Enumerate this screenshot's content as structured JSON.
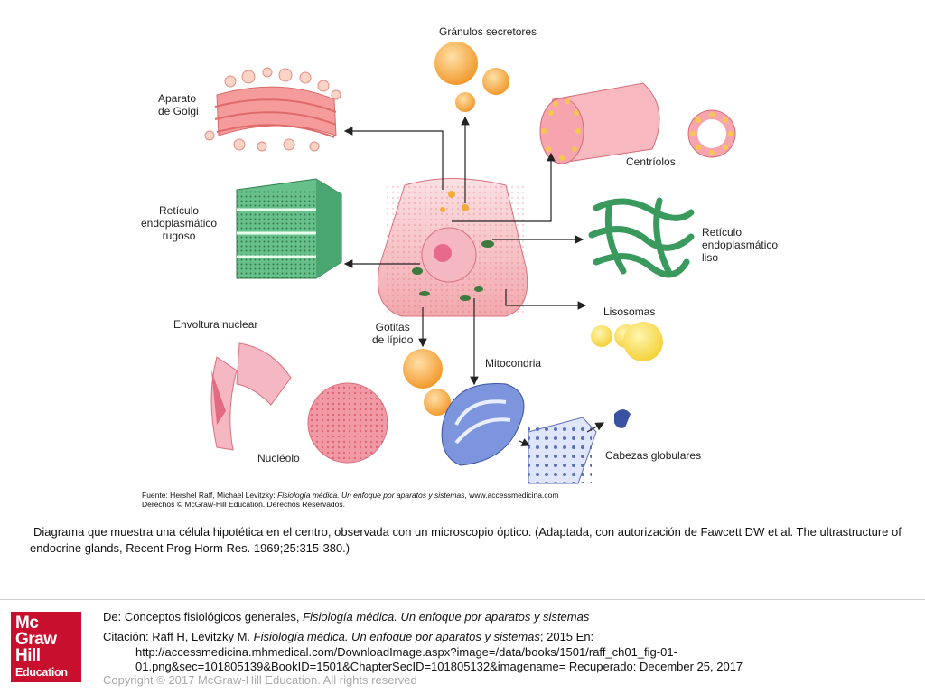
{
  "labels": {
    "granulos": "Gránulos secretores",
    "golgi": "Aparato\nde Golgi",
    "centriolos": "Centríolos",
    "rer": "Retículo\nendoplasmático\nrugoso",
    "ser": "Retículo\nendoplasmático\nliso",
    "envoltura": "Envoltura nuclear",
    "lisosomas": "Lisosomas",
    "gotitas": "Gotitas\nde lípido",
    "mitocondria": "Mitocondria",
    "nucleolo": "Nucléolo",
    "cabezas": "Cabezas globulares"
  },
  "source": {
    "line1_prefix": "Fuente: Hershel Raff, Michael Levitzky: ",
    "line1_book": "Fisiología médica. Un enfoque por aparatos y sistemas",
    "line1_suffix": ", www.accessmedicina.com",
    "line2": "Derechos © McGraw-Hill Education. Derechos Reservados."
  },
  "caption": "Diagrama que muestra una célula hipotética en el centro, observada con un microscopio óptico. (Adaptada, con autorización de Fawcett DW et al. The ultrastructure of endocrine glands, Recent Prog Horm Res. 1969;25:315-380.)",
  "logo": {
    "line1": "Mc",
    "line2": "Graw",
    "line3": "Hill",
    "line4": "Education"
  },
  "citation": {
    "from_prefix": "De: ",
    "from_text": "Conceptos fisiológicos generales, ",
    "from_book": "Fisiología médica. Un enfoque por aparatos y sistemas",
    "cite_prefix": "Citación: ",
    "cite_authors": "Raff H, Levitzky M. ",
    "cite_book": "Fisiología médica. Un enfoque por aparatos y sistemas",
    "cite_suffix": "; 2015 En:",
    "url_line1": "http://accessmedicina.mhmedical.com/DownloadImage.aspx?image=/data/books/1501/raff_ch01_fig-01-",
    "url_line2": "01.png&sec=101805139&BookID=1501&ChapterSecID=101805132&imagename= Recuperado: December 25, 2017"
  },
  "copyright": "Copyright © 2017 McGraw-Hill Education. All rights reserved",
  "colors": {
    "brand_red": "#c8102e",
    "copyright_gray": "#aaaaaa",
    "cell_pink": "#f4b6b8",
    "er_green": "#3a9a5e",
    "mito_blue": "#5f7fcf",
    "lipid_orange": "#f5a93a"
  }
}
